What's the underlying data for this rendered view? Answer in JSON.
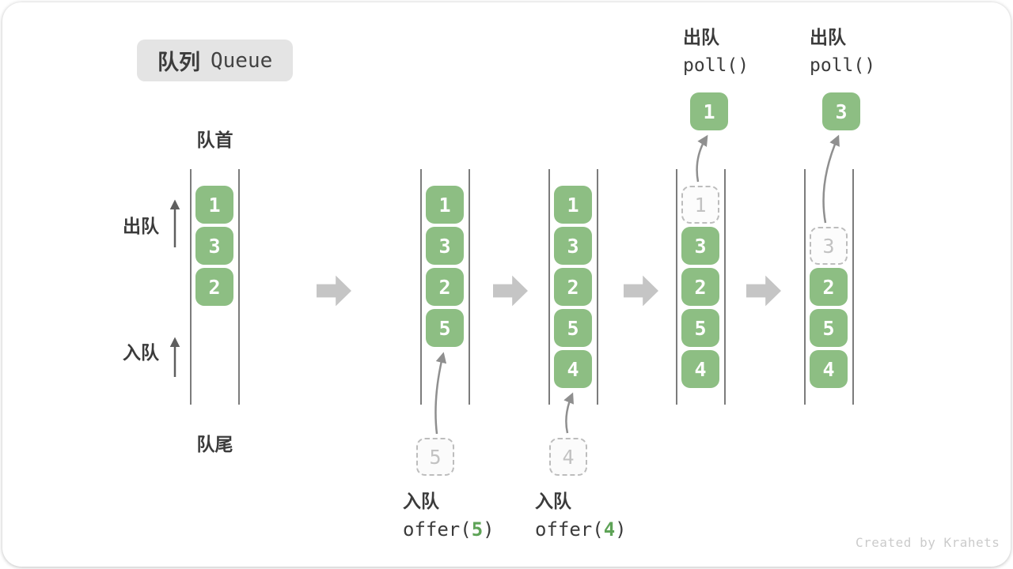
{
  "title": {
    "zh": "队列",
    "en": "Queue"
  },
  "side_labels": {
    "front": "队首",
    "rear": "队尾",
    "dequeue": "出队",
    "enqueue": "入队"
  },
  "states": [
    {
      "slots": [
        {
          "v": "1",
          "type": "solid"
        },
        {
          "v": "3",
          "type": "solid"
        },
        {
          "v": "2",
          "type": "solid"
        }
      ]
    },
    {
      "slots": [
        {
          "v": "1",
          "type": "solid"
        },
        {
          "v": "3",
          "type": "solid"
        },
        {
          "v": "2",
          "type": "solid"
        },
        {
          "v": "5",
          "type": "solid"
        }
      ],
      "incoming": {
        "v": "5"
      },
      "op": {
        "zh": "入队",
        "code_pre": "offer(",
        "arg": "5",
        "code_post": ")"
      }
    },
    {
      "slots": [
        {
          "v": "1",
          "type": "solid"
        },
        {
          "v": "3",
          "type": "solid"
        },
        {
          "v": "2",
          "type": "solid"
        },
        {
          "v": "5",
          "type": "solid"
        },
        {
          "v": "4",
          "type": "solid"
        }
      ],
      "incoming": {
        "v": "4"
      },
      "op": {
        "zh": "入队",
        "code_pre": "offer(",
        "arg": "4",
        "code_post": ")"
      }
    },
    {
      "slots": [
        {
          "v": "1",
          "type": "removed"
        },
        {
          "v": "3",
          "type": "solid"
        },
        {
          "v": "2",
          "type": "solid"
        },
        {
          "v": "5",
          "type": "solid"
        },
        {
          "v": "4",
          "type": "solid"
        }
      ],
      "outgoing": {
        "v": "1"
      },
      "op": {
        "zh": "出队",
        "code": "poll()"
      }
    },
    {
      "slots": [
        {
          "v": "3",
          "type": "removed"
        },
        {
          "v": "2",
          "type": "solid"
        },
        {
          "v": "5",
          "type": "solid"
        },
        {
          "v": "4",
          "type": "solid"
        }
      ],
      "outgoing": {
        "v": "3"
      },
      "op": {
        "zh": "出队",
        "code": "poll()"
      }
    }
  ],
  "watermark": "Created by Krahets",
  "colors": {
    "box_green": "#8dbe83",
    "arg_green": "#5ea357",
    "badge_bg": "#e4e4e4",
    "text_dark": "#3b3b3b",
    "block_arrow": "#c5c5c5",
    "dashed_border": "#bdbdbd",
    "column_line": "#7c7c7c"
  }
}
